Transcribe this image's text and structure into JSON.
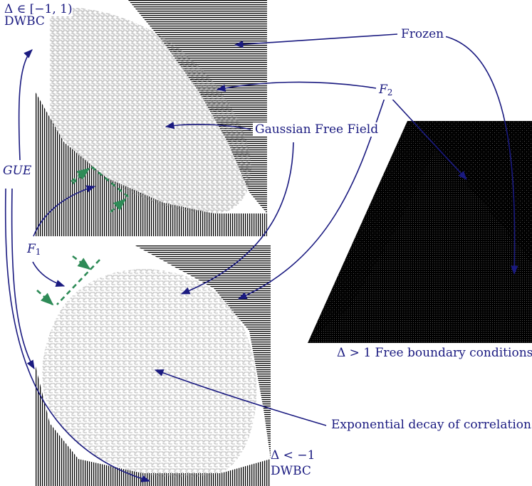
{
  "labels": {
    "top_delta": "Δ ∈ [−1, 1)",
    "top_dwbc": "DWBC",
    "frozen": "Frozen",
    "f2_main": "F",
    "f2_sub": "2",
    "gff": "Gaussian Free Field",
    "gue": "GUE",
    "f1_main": "F",
    "f1_sub": "1",
    "right_caption": "Δ > 1 Free boundary conditions",
    "exp_decay": "Exponential decay of correlations",
    "bottom_delta": "Δ < −1",
    "bottom_dwbc": "DWBC"
  },
  "colors": {
    "arrow": "#1a1a80",
    "dashed": "#2e8b57",
    "lattice": "#000000",
    "background": "#ffffff"
  },
  "panels": [
    {
      "name": "top-panel",
      "content": "six-vertex configuration, disordered interior with frozen corners"
    },
    {
      "name": "bottom-panel",
      "content": "six-vertex configuration, anti-ferroelectric interior"
    },
    {
      "name": "right-panel",
      "content": "six-vertex configuration, free boundary conditions"
    }
  ]
}
